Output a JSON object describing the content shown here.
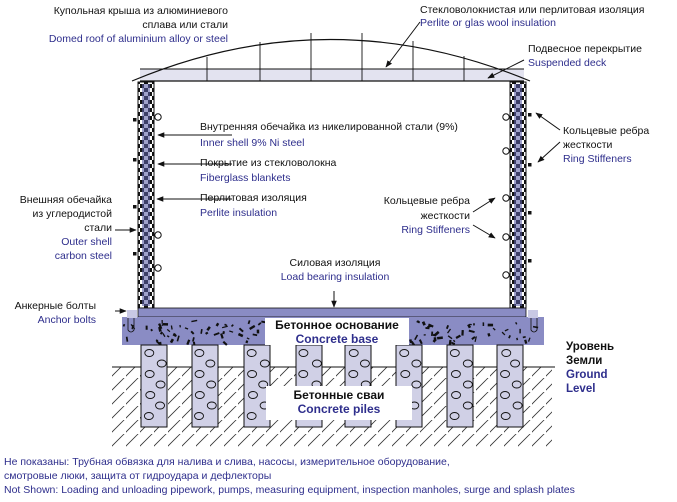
{
  "diagram": {
    "title_hidden": "LNG storage tank cross-section",
    "colors": {
      "russian_text": "#111111",
      "english_text": "#2e2e8c",
      "wall_blue": "#5b5ea6",
      "insulation_fill": "#e3e3f0",
      "base_fill": "#8a8cc4",
      "pile_fill": "#d0d0e6"
    },
    "labels": {
      "roof": {
        "ru1": "Купольная крыша из алюминиевого",
        "ru2": "сплава или стали",
        "en": "Domed roof of aluminium alloy or steel"
      },
      "roof_insulation": {
        "ru": "Стекловолокнистая или перлитовая изоляция",
        "en": "Perlite or glas wool insulation"
      },
      "suspended_deck": {
        "ru": "Подвесное перекрытие",
        "en": "Suspended deck"
      },
      "inner_shell": {
        "ru": "Внутренняя обечайка из никелированной стали (9%)",
        "en": "Inner shell 9% Ni steel"
      },
      "fiberglass": {
        "ru": "Покрытие из стекловолокна",
        "en": "Fiberglass blankets"
      },
      "perlite": {
        "ru": "Перлитовая изоляция",
        "en": "Perlite insulation"
      },
      "ring_stiffeners_inner": {
        "ru1": "Кольцевые ребра",
        "ru2": "жесткости",
        "en": "Ring Stiffeners"
      },
      "ring_stiffeners_outer": {
        "ru1": "Кольцевые ребра",
        "ru2": "жесткости",
        "en": "Ring Stiffeners"
      },
      "outer_shell": {
        "ru1": "Внешняя обечайка",
        "ru2": "из углеродистой",
        "ru3": "стали",
        "en1": "Outer shell",
        "en2": "carbon steel"
      },
      "load_bearing": {
        "ru": "Силовая изоляция",
        "en": "Load bearing insulation"
      },
      "anchor_bolts": {
        "ru": "Анкерные болты",
        "en": "Anchor bolts"
      },
      "concrete_base": {
        "ru": "Бетонное основание",
        "en": "Concrete base"
      },
      "concrete_piles": {
        "ru": "Бетонные сваи",
        "en": "Concrete piles"
      },
      "ground_level": {
        "ru1": "Уровень",
        "ru2": "Земли",
        "en1": "Ground",
        "en2": "Level"
      }
    },
    "notes": {
      "ru1": "Не показаны: Трубная обвязка для налива и слива, насосы, измерительное оборудование,",
      "ru2": "смотровые люки, защита от гидроудара и дефлекторы",
      "en": "Not Shown: Loading and unloading pipework, pumps, measuring equipment, inspection manholes, surge and splash plates"
    },
    "pile_count": 8
  }
}
